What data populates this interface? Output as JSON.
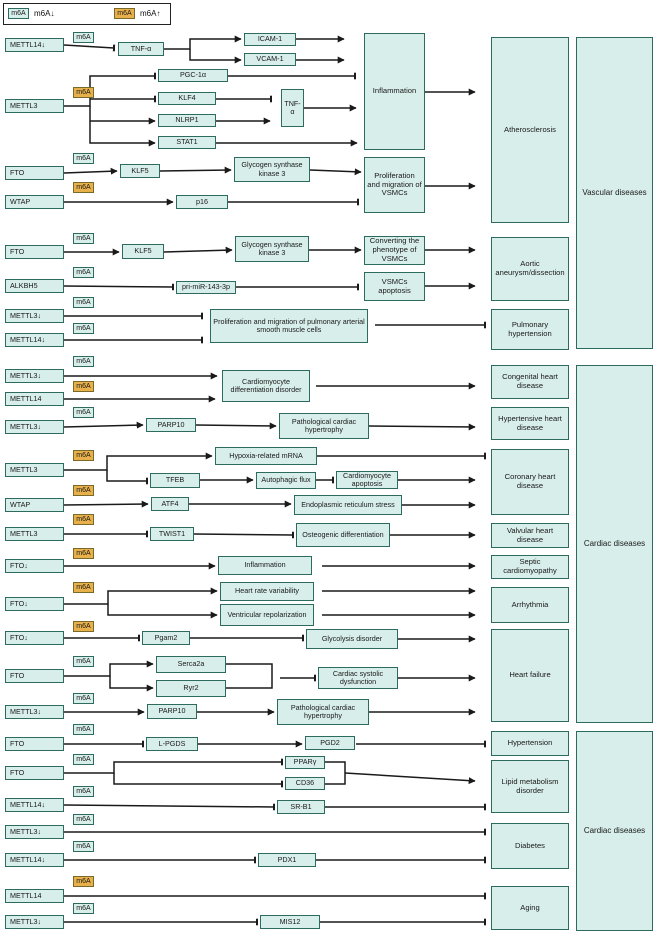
{
  "legend": {
    "down_tag": "m6A",
    "down_text": "m6A↓",
    "up_tag": "m6A",
    "up_text": "m6A↑"
  },
  "tag_label": "m6A",
  "genes": {
    "g1": "METTL14↓",
    "g2": "METTL3",
    "g3": "FTO",
    "g4": "WTAP",
    "g5": "FTO",
    "g6": "ALKBH5",
    "g7": "METTL3↓",
    "g8": "METTL14↓",
    "g9": "METTL3↓",
    "g10": "METTL14",
    "g11": "METTL3↓",
    "g12": "METTL3",
    "g13": "WTAP",
    "g14": "METTL3",
    "g15": "FTO↓",
    "g16": "FTO↓",
    "g17": "FTO↓",
    "g18": "FTO",
    "g19": "METTL3↓",
    "g20": "FTO",
    "g21": "FTO",
    "g22": "METTL14↓",
    "g23": "METTL3↓",
    "g24": "METTL14↓",
    "g25": "METTL14",
    "g26": "METTL3↓"
  },
  "nodes": {
    "tnfa1": "TNF-α",
    "icam1": "ICAM-1",
    "vcam1": "VCAM-1",
    "pgc1a": "PGC-1α",
    "klf4": "KLF4",
    "nlrp1": "NLRP1",
    "stat1": "STAT1",
    "tnfa2": "TNF-α",
    "klf5a": "KLF5",
    "gsk3a": "Glycogen synthase kinase 3",
    "p16": "p16",
    "klf5b": "KLF5",
    "gsk3b": "Glycogen synthase kinase 3",
    "mir143": "pri-miR-143-3p",
    "pasmc": "Proliferation and migration of pulmonary arterial smooth muscle cells",
    "cmdiff": "Cardiomyocyte differentiation disorder",
    "parp10a": "PARP10",
    "pathhyp1": "Pathological cardiac hypertrophy",
    "hypoxia": "Hypoxia-related mRNA",
    "tfeb": "TFEB",
    "autoflux": "Autophagic flux",
    "cmapop": "Cardiomyocyte apoptosis",
    "atf4": "ATF4",
    "erstress": "Endoplasmic reticulum stress",
    "twist1": "TWIST1",
    "osteo": "Osteogenic differentiation",
    "inflam2": "Inflammation",
    "hrv": "Heart rate variability",
    "vrepol": "Ventricular repolarization",
    "pgam2": "Pgam2",
    "glycol": "Glycolysis disorder",
    "serca2a": "Serca2a",
    "ryr2": "Ryr2",
    "csd": "Cardiac systolic dysfunction",
    "parp10b": "PARP10",
    "pathhyp2": "Pathological cardiac hypertrophy",
    "lpgds": "L-PGDS",
    "pgd2": "PGD2",
    "ppary": "PPARγ",
    "cd36": "CD36",
    "srb1": "SR-B1",
    "pdx1": "PDX1",
    "mis12": "MIS12"
  },
  "mid_outcomes": {
    "inflam1": "Inflammation",
    "prolif": "Proliferation and migration of VSMCs",
    "convert": "Converting the phenotype of VSMCs",
    "vsmcap": "VSMCs apoptosis"
  },
  "diseases": {
    "athero": "Atherosclerosis",
    "aortic": "Aortic aneurysm/dissection",
    "pulm": "Pulmonary hypertension",
    "congen": "Congenital heart disease",
    "hyperheart": "Hypertensive heart disease",
    "coronary": "Coronary heart disease",
    "valv": "Valvular heart disease",
    "septic": "Septic cardiomyopathy",
    "arrhy": "Arrhythmia",
    "hf": "Heart failure",
    "htn": "Hypertension",
    "lipid": "Lipid metabolism disorder",
    "diab": "Diabetes",
    "aging": "Aging"
  },
  "categories": {
    "vascular": "Vascular diseases",
    "cardiac": "Cardiac diseases",
    "cardiac2": "Cardiac diseases"
  }
}
